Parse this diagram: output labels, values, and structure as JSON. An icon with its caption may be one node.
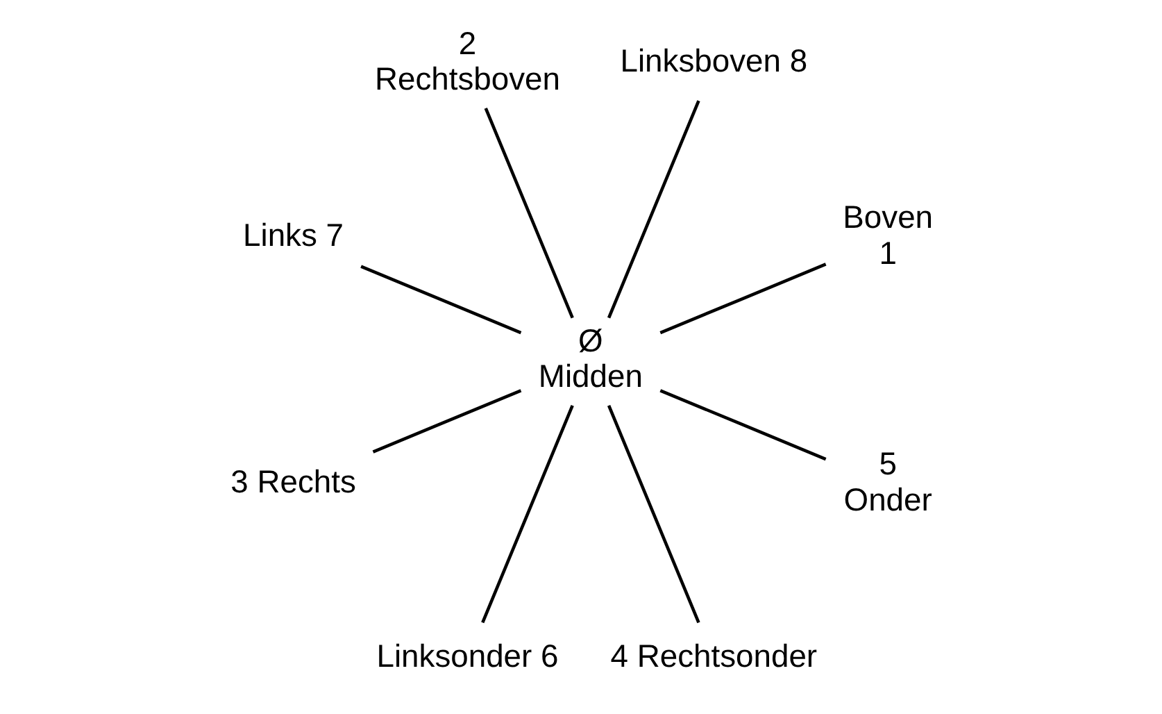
{
  "diagram": {
    "nodes": [
      {
        "text": [
          "Boven",
          "1"
        ]
      },
      {
        "text": [
          "Linksboven 8"
        ]
      },
      {
        "text": [
          "2",
          "Rechtsboven"
        ]
      },
      {
        "text": [
          "Ø",
          "Midden"
        ]
      },
      {
        "text": [
          "Links 7"
        ]
      },
      {
        "text": [
          "3 Rechts"
        ]
      },
      {
        "text": [
          "Linksonder 6"
        ]
      },
      {
        "text": [
          "4 Rechtsonder"
        ]
      },
      {
        "text": [
          "5",
          "Onder"
        ]
      }
    ],
    "edges": [
      {
        "from": 3,
        "to": 0,
        "arrow": "none"
      },
      {
        "from": 3,
        "to": 2,
        "arrow": "none"
      },
      {
        "from": 3,
        "to": 5,
        "arrow": "none"
      },
      {
        "from": 3,
        "to": 7,
        "arrow": "none"
      },
      {
        "from": 3,
        "to": 8,
        "arrow": "none"
      },
      {
        "from": 3,
        "to": 6,
        "arrow": "none"
      },
      {
        "from": 3,
        "to": 4,
        "arrow": "none"
      },
      {
        "from": 3,
        "to": 1,
        "arrow": "none"
      }
    ]
  }
}
